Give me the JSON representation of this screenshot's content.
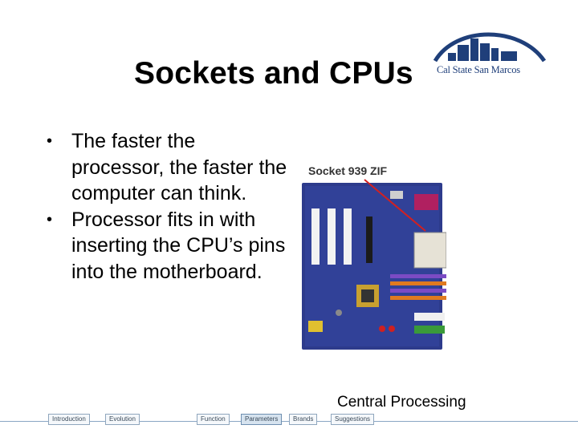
{
  "slide": {
    "title": "Sockets and CPUs",
    "logo_text": "Cal State San Marcos",
    "bullets": [
      "The faster the processor, the faster the computer can think.",
      "Processor fits in with inserting the CPU’s pins into the motherboard."
    ],
    "image_label": "Socket 939 ZIF",
    "footer_caption": "Central Processing"
  },
  "nav": {
    "items": [
      "Introduction",
      "Evolution",
      "Function",
      "Parameters",
      "Brands",
      "Suggestions"
    ],
    "active_index": 3
  },
  "colors": {
    "logo_blue": "#1f3f7a",
    "nav_line": "#8aa6c4"
  },
  "icons": {
    "bullet": "bullet-dot",
    "logo": "cal-state-san-marcos-logo"
  }
}
